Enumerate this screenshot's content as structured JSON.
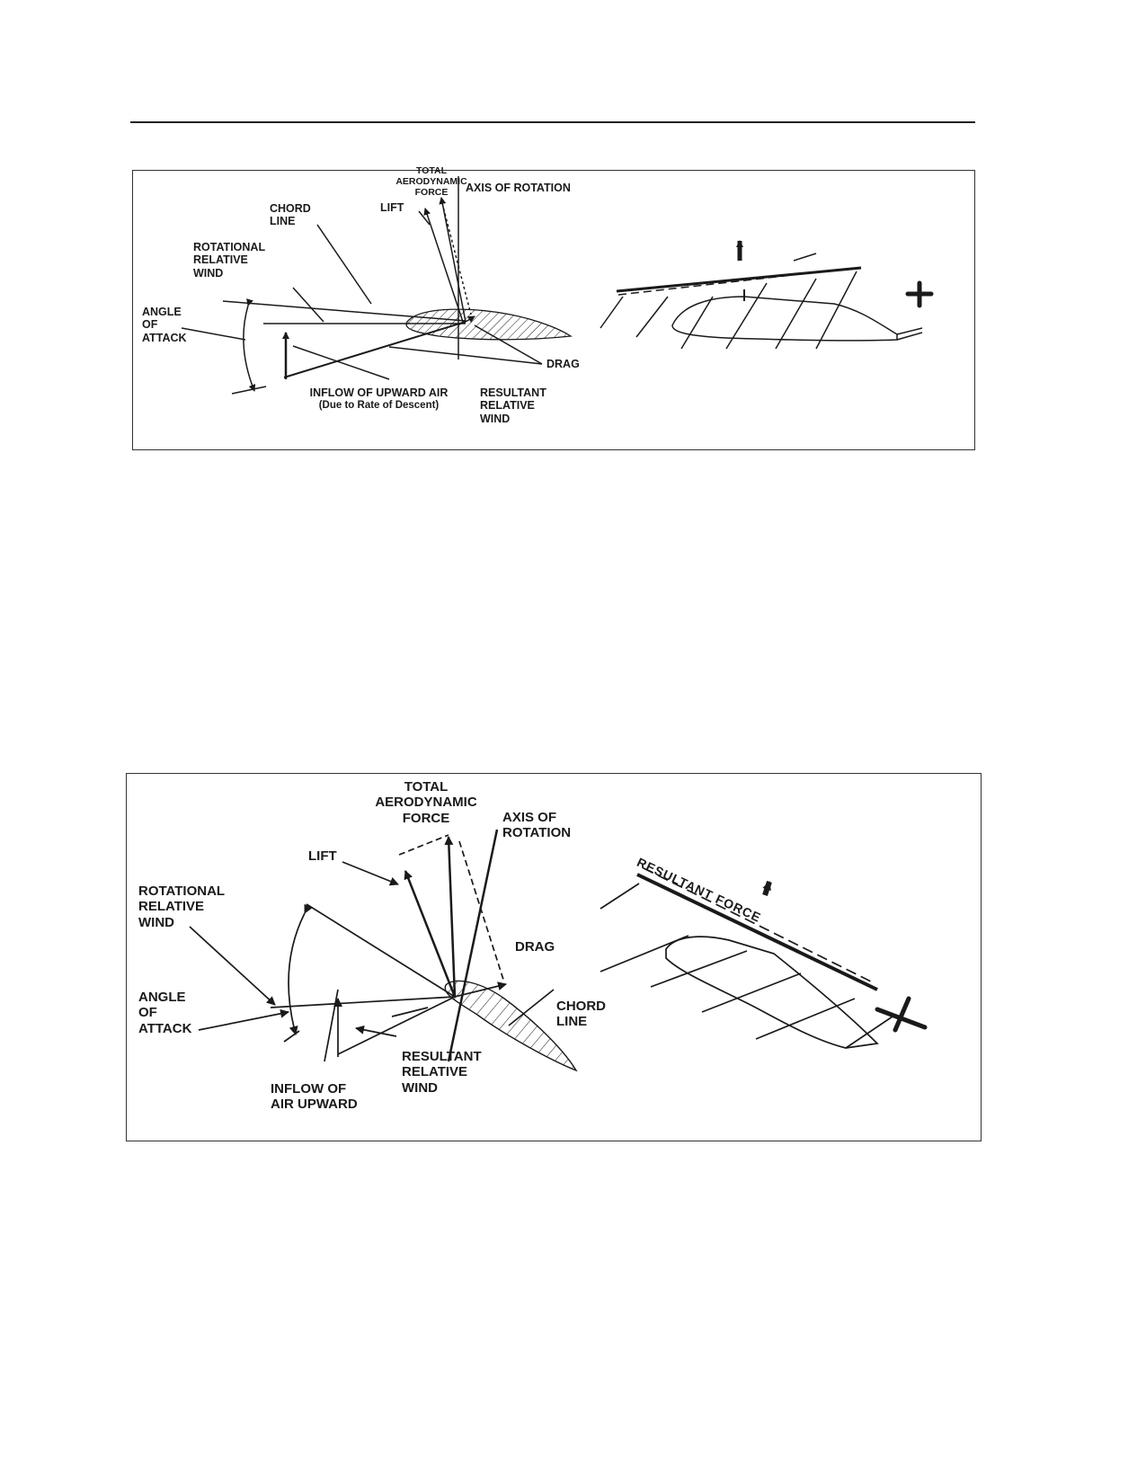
{
  "figure_top": {
    "labels": {
      "total_aerodynamic_force": "TOTAL\nAERODYNAMIC\nFORCE",
      "axis_of_rotation": "AXIS OF ROTATION",
      "chord_line": "CHORD\nLINE",
      "lift": "LIFT",
      "rotational_relative_wind": "ROTATIONAL\nRELATIVE\nWIND",
      "angle_of_attack": "ANGLE\nOF\nATTACK",
      "drag": "DRAG",
      "inflow": "INFLOW OF UPWARD AIR",
      "inflow_note": "(Due to Rate of Descent)",
      "resultant_relative_wind": "RESULTANT\nRELATIVE\nWIND"
    }
  },
  "figure_bottom": {
    "labels": {
      "total_aerodynamic_force": "TOTAL\nAERODYNAMIC\nFORCE",
      "axis_of_rotation": "AXIS OF\nROTATION",
      "lift": "LIFT",
      "rotational_relative_wind": "ROTATIONAL\nRELATIVE\nWIND",
      "drag": "DRAG",
      "angle_of_attack": "ANGLE\nOF\nATTACK",
      "chord_line": "CHORD\nLINE",
      "resultant_relative_wind": "RESULTANT\nRELATIVE\nWIND",
      "inflow": "INFLOW OF\nAIR UPWARD",
      "resultant_force": "RESULTANT FORCE"
    }
  },
  "colors": {
    "ink": "#1a1a1a",
    "frame": "#333333",
    "background": "#ffffff"
  }
}
